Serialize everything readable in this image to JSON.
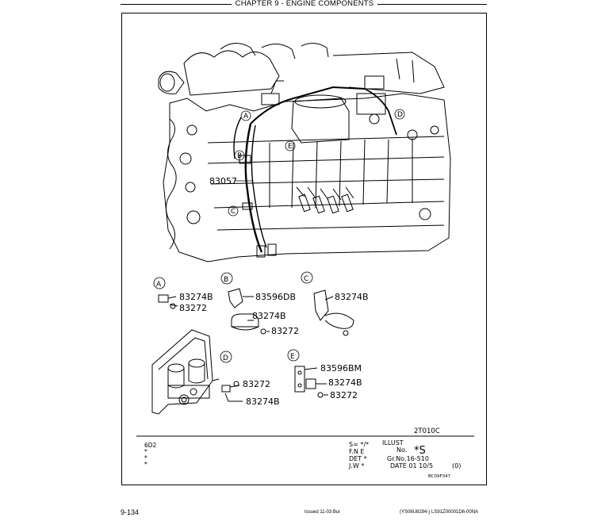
{
  "header": {
    "chapter": "CHAPTER 9 - ENGINE COMPONENTS"
  },
  "callouts": {
    "main_part": "83057",
    "letters": [
      "A",
      "B",
      "C",
      "D",
      "E"
    ]
  },
  "detail_A": {
    "letter": "A",
    "parts": [
      "83274B",
      "83272"
    ]
  },
  "detail_B": {
    "letter": "B",
    "parts": [
      "83596DB",
      "83274B",
      "83272"
    ]
  },
  "detail_C": {
    "letter": "C",
    "parts": [
      "83274B"
    ]
  },
  "detail_D": {
    "letter": "D",
    "parts": [
      "83272",
      "83274B"
    ]
  },
  "detail_E": {
    "letter": "E",
    "parts": [
      "83596BM",
      "83274B",
      "83272"
    ]
  },
  "illustration_code": "2T010C",
  "info_block": {
    "model": "6D2",
    "marks": [
      "*",
      "*",
      "*"
    ],
    "s_line": "S= */*",
    "fne": "F.N E",
    "det": "DET *",
    "jw": "J.W *",
    "illust": "ILLUST",
    "no": "No.",
    "star_s": "*S",
    "gr_no": "Gr.No.16-510",
    "date": "DATE 01 10/5",
    "rev": "(0)",
    "drawing_code": "BC09F347"
  },
  "footer": {
    "page": "9-134",
    "issued": "Issued 11-03   Bur",
    "code": "(YS06U8294-)   LS91Z00001D6-00NA"
  }
}
